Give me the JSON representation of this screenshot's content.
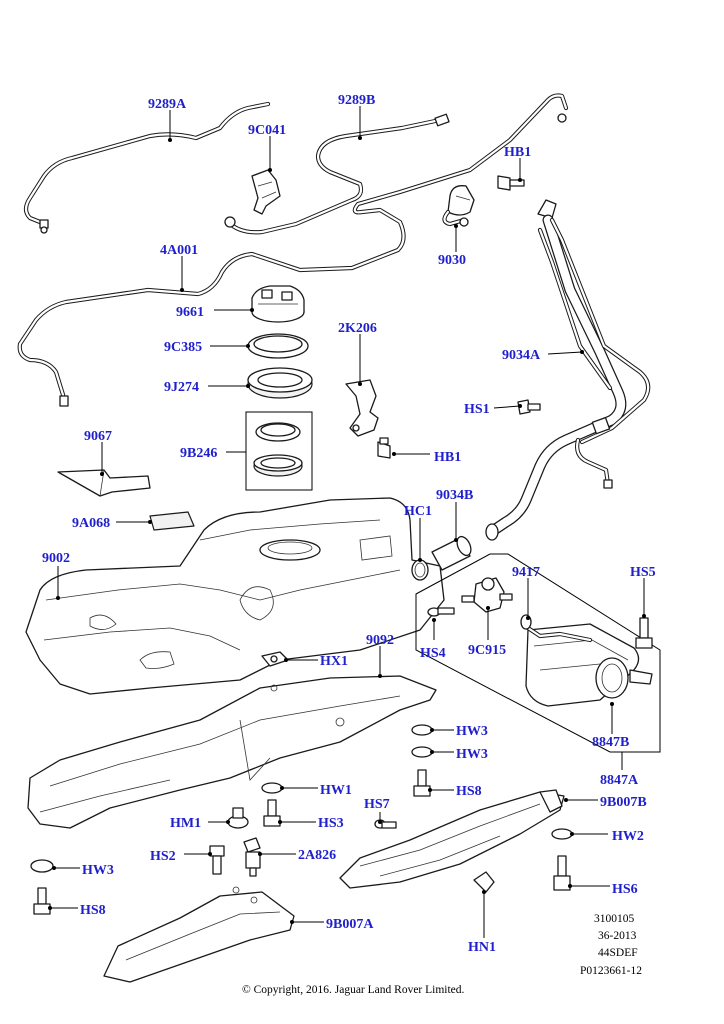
{
  "callouts": {
    "p9289A": "9289A",
    "p9289B": "9289B",
    "p9C041": "9C041",
    "pHB1a": "HB1",
    "p4A001": "4A001",
    "p9030": "9030",
    "p9661": "9661",
    "p2K206": "2K206",
    "p9C385": "9C385",
    "p9034A": "9034A",
    "p9J274": "9J274",
    "pHS1": "HS1",
    "p9067": "9067",
    "p9B246": "9B246",
    "pHB1b": "HB1",
    "p9034B": "9034B",
    "pHC1": "HC1",
    "p9A068": "9A068",
    "p9002": "9002",
    "p9417": "9417",
    "pHS5": "HS5",
    "pHS4": "HS4",
    "p9C915": "9C915",
    "p9092": "9092",
    "pHX1": "HX1",
    "pHW3a": "HW3",
    "pHW3b": "HW3",
    "p8847B": "8847B",
    "p8847A": "8847A",
    "pHS7": "HS7",
    "pHW1": "HW1",
    "pHS8a": "HS8",
    "p9B007B": "9B007B",
    "pHM1": "HM1",
    "pHS3": "HS3",
    "pHW2": "HW2",
    "pHS2": "HS2",
    "p2A826": "2A826",
    "pHW3c": "HW3",
    "pHS6": "HS6",
    "pHS8b": "HS8",
    "p9B007A": "9B007A",
    "pHN1": "HN1"
  },
  "notes": {
    "ref1": "3100105",
    "ref2": "36-2013",
    "ref3": "44SDEF",
    "ref4": "P0123661-12",
    "copyright": "© Copyright, 2016. Jaguar Land Rover Limited."
  },
  "colors": {
    "callout": "#1f1fcc",
    "line": "#1a1a1a"
  }
}
